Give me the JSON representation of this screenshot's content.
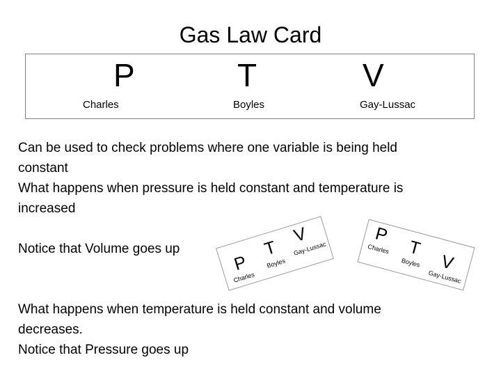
{
  "slide": {
    "title": "Gas Law Card"
  },
  "card": {
    "letters": [
      "P",
      "T",
      "V"
    ],
    "names": [
      "Charles",
      "Boyles",
      "Gay-Lussac"
    ]
  },
  "body": {
    "lines": [
      "Can be used to check problems where one variable is being held",
      "constant",
      "What happens when pressure is held constant and temperature is",
      "increased",
      "",
      "Notice that Volume goes up",
      "",
      "",
      "What happens when temperature is held constant and volume",
      "decreases.",
      "Notice that Pressure goes up"
    ]
  },
  "mini_card_left": {
    "letters": [
      "P",
      "T",
      "V"
    ],
    "names": [
      "Charles",
      "Boyles",
      "Gay-Lussac"
    ]
  },
  "mini_card_right": {
    "letters": [
      "P",
      "T",
      "V"
    ],
    "names": [
      "Charles",
      "Boyles",
      "Gay-Lussac"
    ]
  }
}
